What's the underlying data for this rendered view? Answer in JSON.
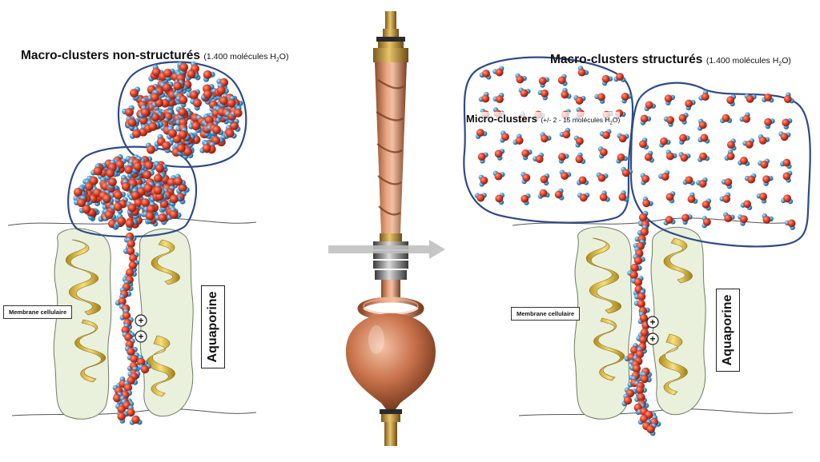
{
  "left": {
    "title": "Macro-clusters non-structurés",
    "subtitle_prefix": "(1.400 molécules H",
    "subtitle_sub": "2",
    "subtitle_suffix": "O)",
    "membrane_label": "Membrane cellulaire",
    "channel_label": "Aquaporine",
    "charge_symbol": "+"
  },
  "right": {
    "title": "Macro-clusters structurés",
    "subtitle_prefix": "(1.400 molécules H",
    "subtitle_sub": "2",
    "subtitle_suffix": "O)",
    "micro_title": "Micro-clusters",
    "micro_prefix": "(+/- 2 - 15 molécules H",
    "micro_sub": "2",
    "micro_suffix": "O)",
    "membrane_label": "Membrane cellulaire",
    "channel_label": "Aquaporine",
    "charge_symbol": "+"
  },
  "colors": {
    "oxygen": "#d8402a",
    "hydrogen": "#3e9fd8",
    "cluster_outline": "#2f4a86",
    "protein_fill": "#e9f0dc",
    "helix": "#f0cf55",
    "copper": "#c9734c",
    "arrow": "#bdbdbd"
  },
  "icons": [
    "water-molecule-icon",
    "plus-charge-icon",
    "copper-device-icon",
    "arrow-right-icon",
    "helix-icon"
  ]
}
